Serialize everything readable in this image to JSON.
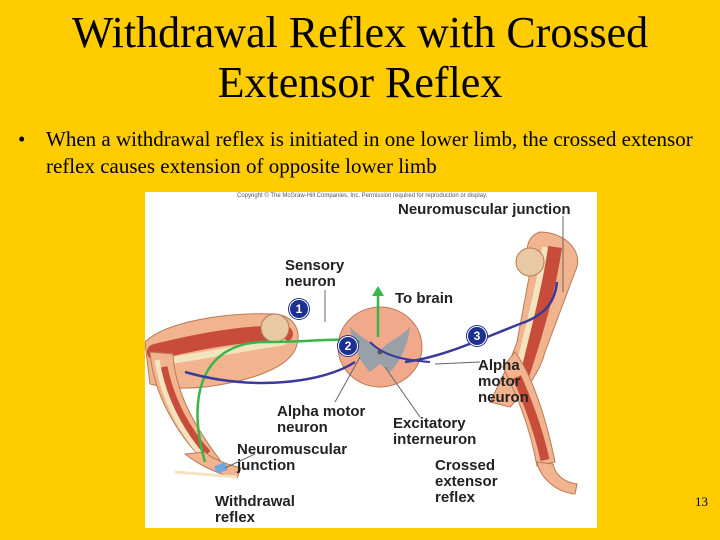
{
  "slide": {
    "title": "Withdrawal Reflex with Crossed Extensor Reflex",
    "bullet": "When a withdrawal reflex is initiated in one lower limb, the crossed extensor reflex causes extension of opposite lower limb",
    "bullet_symbol": "•",
    "page_number": "13"
  },
  "figure": {
    "copyright": "Copyright © The McGraw-Hill Companies, Inc. Permission required for reproduction or display.",
    "labels": {
      "neuromuscular_top": "Neuromuscular junction",
      "sensory_1": "Sensory",
      "sensory_2": "neuron",
      "to_brain": "To brain",
      "alpha_motor_right_1": "Alpha",
      "alpha_motor_right_2": "motor",
      "alpha_motor_right_3": "neuron",
      "alpha_motor_left_1": "Alpha motor",
      "alpha_motor_left_2": "neuron",
      "excitatory_1": "Excitatory",
      "excitatory_2": "interneuron",
      "neuromuscular_bottom_1": "Neuromuscular",
      "neuromuscular_bottom_2": "junction",
      "crossed_1": "Crossed",
      "crossed_2": "extensor",
      "crossed_3": "reflex",
      "withdrawal_1": "Withdrawal",
      "withdrawal_2": "reflex"
    },
    "steps": [
      "1",
      "2",
      "3"
    ],
    "colors": {
      "sensory_nerve": "#3bb54a",
      "motor_nerve": "#3a3a9a",
      "muscle": "#c0392b",
      "bone": "#f3e4c0",
      "skin": "#f2b48e",
      "spinal_gray": "#9aa0a8",
      "spinal_white": "#f0a98a"
    }
  }
}
